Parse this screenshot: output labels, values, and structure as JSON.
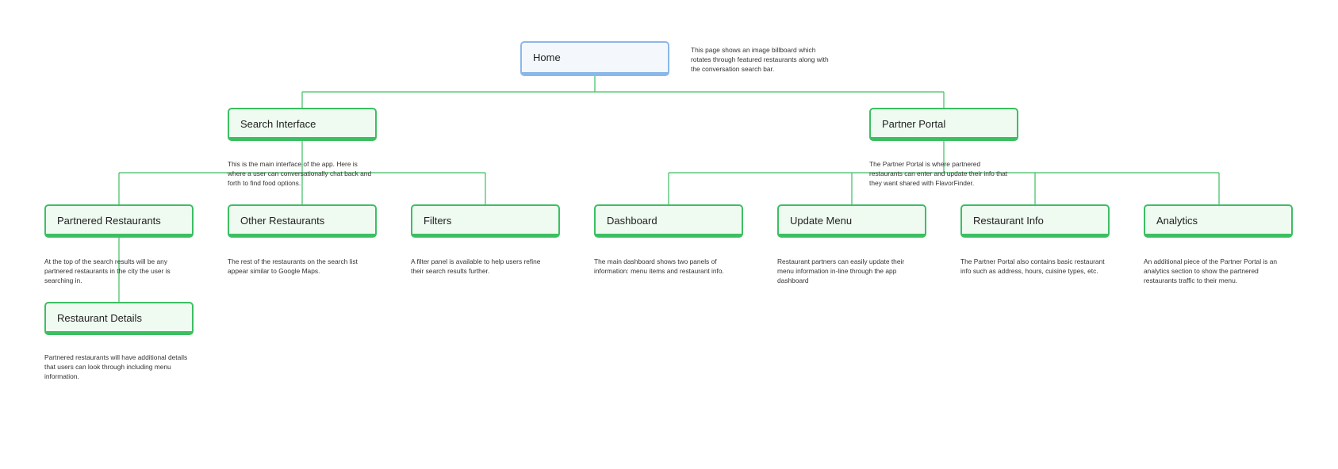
{
  "sitemap": {
    "root": {
      "label": "Home",
      "note": "This page shows an image billboard which rotates through featured restaurants along with the conversation search bar."
    },
    "search": {
      "label": "Search Interface",
      "note": "This is the main interface of the app. Here is where a user can conversationally chat back and forth to find food options.",
      "children": [
        {
          "label": "Partnered Restaurants",
          "note": "At the top of the search results will be any partnered restaurants in the city the user is searching in.",
          "child": {
            "label": "Restaurant Details",
            "note": "Partnered restaurants will have additional details that users can look through including menu information."
          }
        },
        {
          "label": "Other Restaurants",
          "note": "The rest of the restaurants on the search list appear similar to Google Maps."
        },
        {
          "label": "Filters",
          "note": "A filter panel is available to help users refine their search results further."
        }
      ]
    },
    "partner": {
      "label": "Partner Portal",
      "note": "The Partner Portal is where partnered restaurants can enter and update their info that they want shared with FlavorFinder.",
      "children": [
        {
          "label": "Dashboard",
          "note": "The main dashboard shows two panels of information: menu items and restaurant info."
        },
        {
          "label": "Update Menu",
          "note": "Restaurant partners can easily update their menu information in-line through the app dashboard"
        },
        {
          "label": "Restaurant Info",
          "note": "The Partner Portal also contains basic restaurant info such as address, hours, cuisine types, etc."
        },
        {
          "label": "Analytics",
          "note": "An additional piece of the Partner Portal is an analytics section to show the partnered restaurants traffic to their menu."
        }
      ]
    },
    "colors": {
      "root_border": "#8ab8e8",
      "root_fill": "#f4f8fd",
      "node_border": "#3cbf62",
      "node_fill": "#effaf1",
      "connector": "#3cbf62"
    }
  }
}
